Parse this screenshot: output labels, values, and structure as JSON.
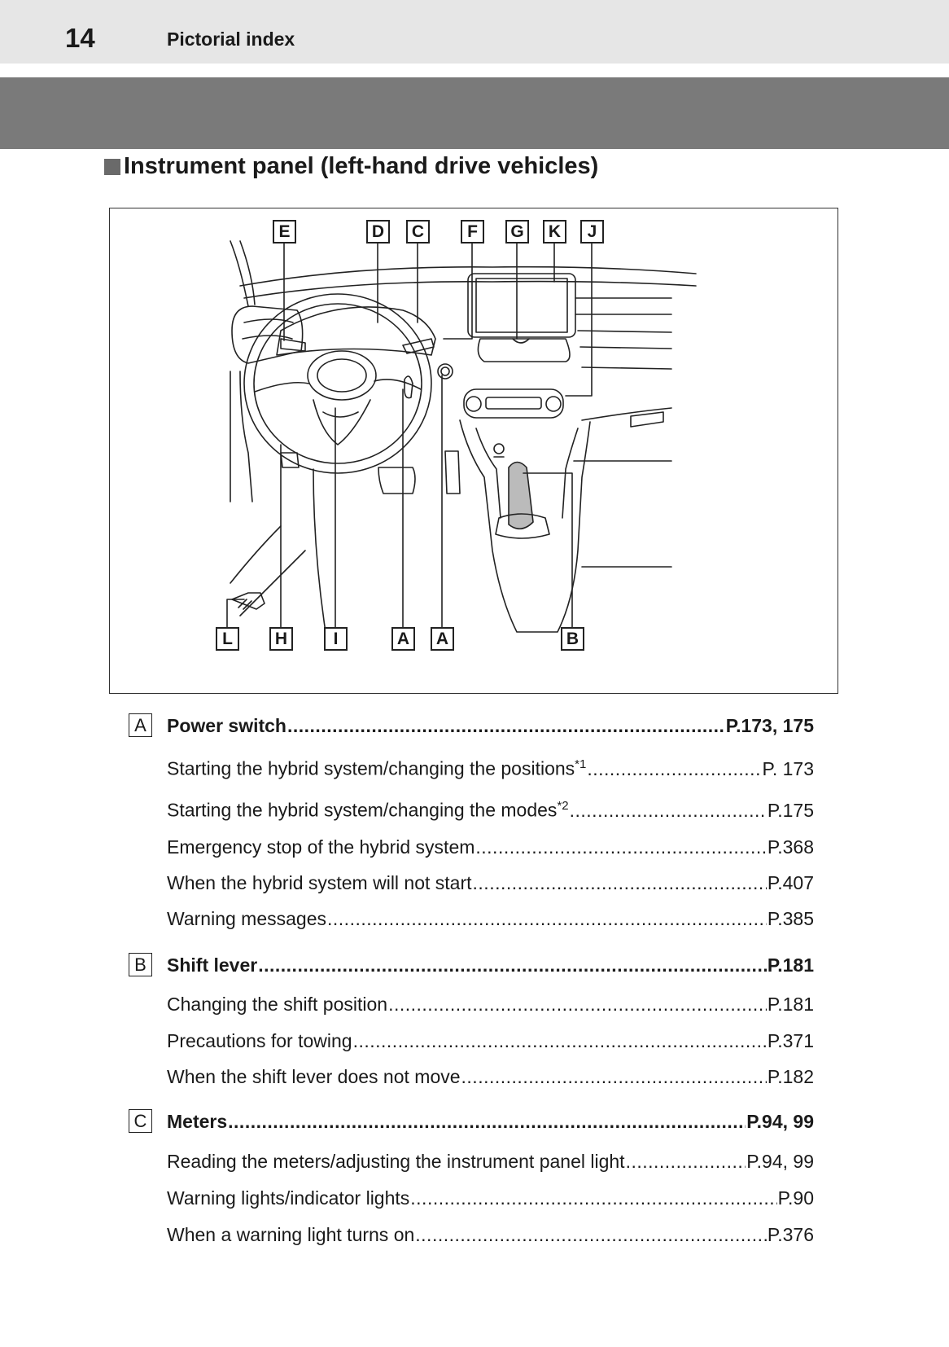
{
  "header": {
    "page_number": "14",
    "section": "Pictorial index"
  },
  "title": "Instrument panel (left-hand drive vehicles)",
  "figure": {
    "top_callouts": [
      "E",
      "D",
      "C",
      "F",
      "G",
      "K",
      "J"
    ],
    "bottom_callouts": [
      "L",
      "H",
      "I",
      "A",
      "A",
      "B"
    ]
  },
  "groups": [
    {
      "key": "A",
      "label": "Power switch",
      "page": "P.173, 175",
      "items": [
        {
          "label": "Starting the hybrid system/changing the positions",
          "note": "*1",
          "page": "P. 173"
        },
        {
          "label": "Starting the hybrid system/changing the modes",
          "note": "*2",
          "page": "P.175"
        },
        {
          "label": "Emergency stop of the hybrid system",
          "note": "",
          "page": "P.368"
        },
        {
          "label": "When the hybrid system will not start",
          "note": "",
          "page": "P.407"
        },
        {
          "label": "Warning messages",
          "note": "",
          "page": "P.385"
        }
      ]
    },
    {
      "key": "B",
      "label": "Shift lever",
      "page": "P.181",
      "items": [
        {
          "label": "Changing the shift position",
          "note": "",
          "page": "P.181"
        },
        {
          "label": "Precautions for towing",
          "note": "",
          "page": "P.371"
        },
        {
          "label": "When the shift lever does not move",
          "note": "",
          "page": "P.182"
        }
      ]
    },
    {
      "key": "C",
      "label": "Meters",
      "page": "P.94, 99",
      "items": [
        {
          "label": "Reading the meters/adjusting the instrument panel light",
          "note": "",
          "page": "P.94, 99"
        },
        {
          "label": "Warning lights/indicator lights",
          "note": "",
          "page": "P.90"
        },
        {
          "label": "When a warning light turns on",
          "note": "",
          "page": "P.376"
        }
      ]
    }
  ]
}
